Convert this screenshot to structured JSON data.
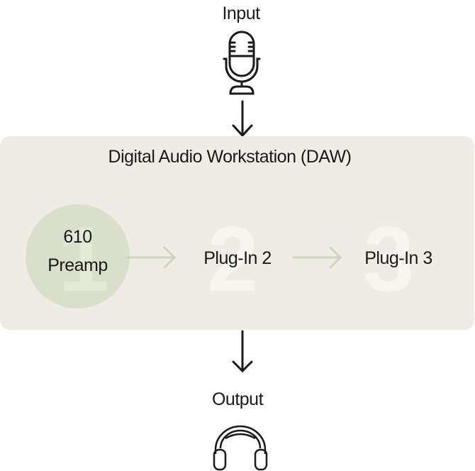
{
  "input": {
    "label": "Input",
    "icon": "microphone-icon"
  },
  "daw": {
    "title": "Digital Audio Workstation (DAW)",
    "stages": [
      {
        "number": "1",
        "line1": "610",
        "line2": "Preamp",
        "highlighted": true
      },
      {
        "number": "2",
        "label": "Plug-In 2",
        "highlighted": false
      },
      {
        "number": "3",
        "label": "Plug-In 3",
        "highlighted": false
      }
    ]
  },
  "output": {
    "label": "Output",
    "icon": "headphones-icon"
  },
  "colors": {
    "box_background": "#efece6",
    "highlight_circle": "#d9dfca",
    "flow_arrow": "#ccd6bc",
    "main_arrow": "#1a1a1a"
  }
}
